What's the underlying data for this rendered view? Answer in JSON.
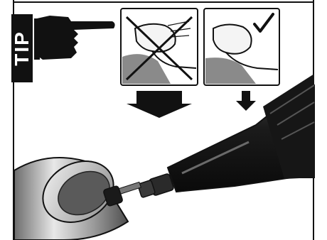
{
  "tip": {
    "label": "TIP"
  },
  "panels": {
    "wrong": {
      "mark": "cross-icon",
      "meaning": "incorrect"
    },
    "right": {
      "mark": "check-icon",
      "meaning": "correct"
    }
  },
  "colors": {
    "ink": "#111111",
    "grey": "#8a8a8a",
    "light": "#d6d6d6",
    "metal": "#b9b9b9",
    "tool": "#1a1a1a"
  },
  "icons": [
    "pointing-hand-icon",
    "cross-icon",
    "check-icon",
    "arrow-down-icon"
  ]
}
